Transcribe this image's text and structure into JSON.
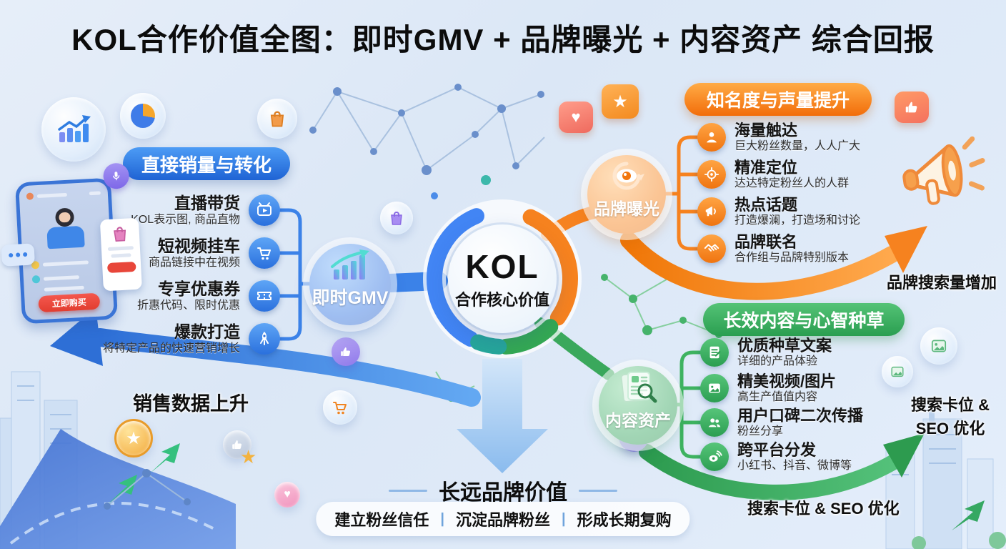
{
  "title": "KOL合作价值全图：即时GMV + 品牌曝光 + 内容资产 综合回报",
  "center_node": {
    "title": "KOL",
    "subtitle": "合作核心价值"
  },
  "branches": {
    "sales": {
      "header": "直接销量与转化",
      "node_label": "即时GMV",
      "node_icon": "growth-bars-icon",
      "items": [
        {
          "title": "直播带货",
          "desc": "KOL表示图, 商品直物",
          "icon": "live-play-icon"
        },
        {
          "title": "短视频挂车",
          "desc": "商品链接中在视频",
          "icon": "cart-icon"
        },
        {
          "title": "专享优惠券",
          "desc": "折惠代码、限时优惠",
          "icon": "coupon-icon"
        },
        {
          "title": "爆款打造",
          "desc": "将特定产品的快速营销增长",
          "icon": "rocket-icon"
        }
      ],
      "outcome_label": "销售数据上升"
    },
    "exposure": {
      "header": "知名度与声量提升",
      "node_label": "品牌曝光",
      "node_icon": "eye-icon",
      "items": [
        {
          "title": "海量触达",
          "desc": "巨大粉丝数量，人人广大",
          "icon": "user-icon"
        },
        {
          "title": "精准定位",
          "desc": "达达特定粉丝人的人群",
          "icon": "target-icon"
        },
        {
          "title": "热点话题",
          "desc": "打造爆澜，打造场和讨论",
          "icon": "megaphone-icon"
        },
        {
          "title": "品牌联名",
          "desc": "合作组与品牌特别版本",
          "icon": "handshake-icon"
        }
      ],
      "outcome_label": "品牌搜索量增加"
    },
    "content": {
      "header": "长效内容与心智种草",
      "node_label": "内容资产",
      "node_icon": "document-search-icon",
      "items": [
        {
          "title": "优质种草文案",
          "desc": "详细的产品体验",
          "icon": "article-icon"
        },
        {
          "title": "精美视频/图片",
          "desc": "高生产值值内容",
          "icon": "media-icon"
        },
        {
          "title": "用户口碑二次传播",
          "desc": "粉丝分享",
          "icon": "users-icon"
        },
        {
          "title": "跨平台分发",
          "desc": "小红书、抖音、微博等",
          "icon": "weibo-icon"
        }
      ],
      "outcome_side_line1": "搜索卡位 &",
      "outcome_side_line2": "SEO 优化",
      "outcome_label_bottom": "搜索卡位 & SEO 优化"
    }
  },
  "footer": {
    "heading": "长远品牌价值",
    "separator": "|",
    "items": [
      "建立粉丝信任",
      "沉淀品牌粉丝",
      "形成长期复购"
    ]
  },
  "phone": {
    "cta_label": "立即购买"
  },
  "decor_icons": [
    "growth-chart-bubble-icon",
    "pie-chart-bubble-icon",
    "shopping-bag-bubble-icon",
    "heart-bubble-icon",
    "star-bubble-icon",
    "thumbs-up-bubble-icon",
    "coin-icon",
    "megaphone-illustration-icon",
    "image-bubble-icon",
    "cart-bubble-icon"
  ],
  "colors": {
    "blue": "#2f7de1",
    "orange": "#f6821f",
    "green": "#34a853",
    "background": "#dde9f7",
    "title": "#0c0c0c"
  }
}
